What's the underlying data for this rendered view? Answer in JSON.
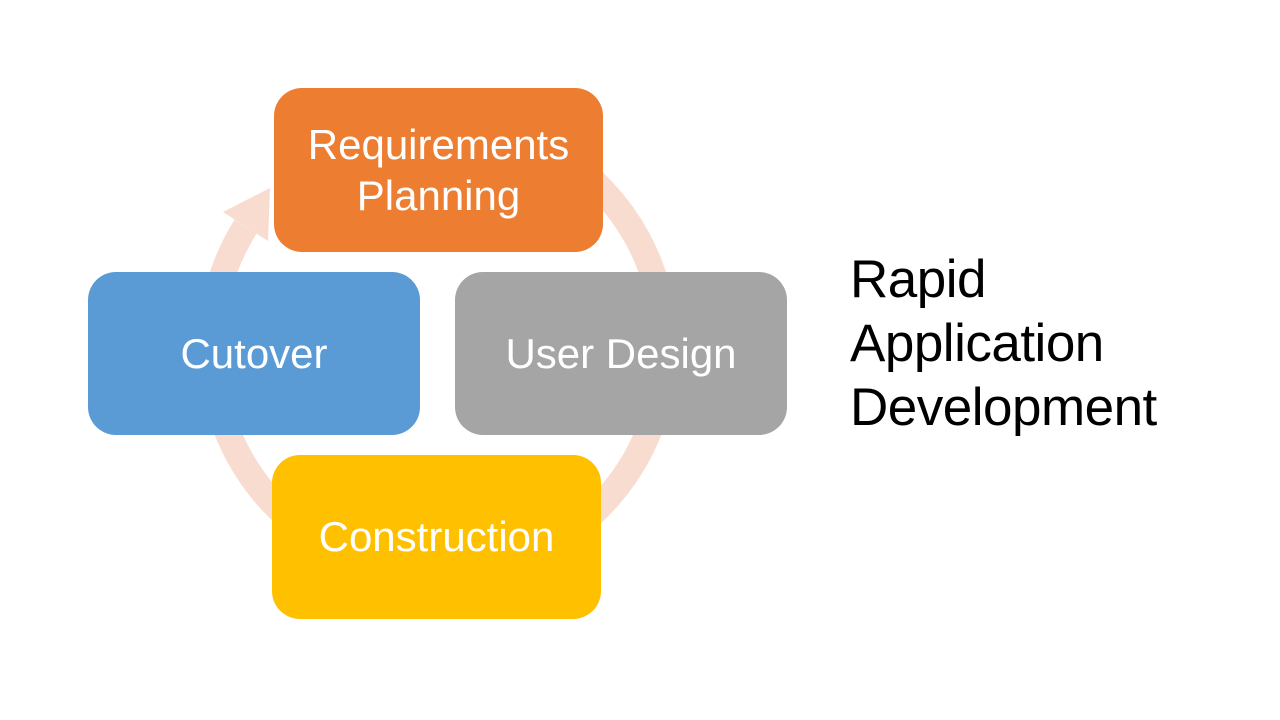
{
  "diagram": {
    "title": "Rapid Application Development",
    "type": "cycle",
    "direction": "clockwise",
    "background_color": "#FFFFFF",
    "arrow_color": "#F8DCD0",
    "label_text_color": "#FFFFFF",
    "title_color": "#000000",
    "phases": [
      {
        "label": "Requirements Planning",
        "position": "top",
        "color": "#ED7D31"
      },
      {
        "label": "User Design",
        "position": "right",
        "color": "#A5A5A5"
      },
      {
        "label": "Construction",
        "position": "bottom",
        "color": "#FFC000"
      },
      {
        "label": "Cutover",
        "position": "left",
        "color": "#5B9BD5"
      }
    ]
  }
}
